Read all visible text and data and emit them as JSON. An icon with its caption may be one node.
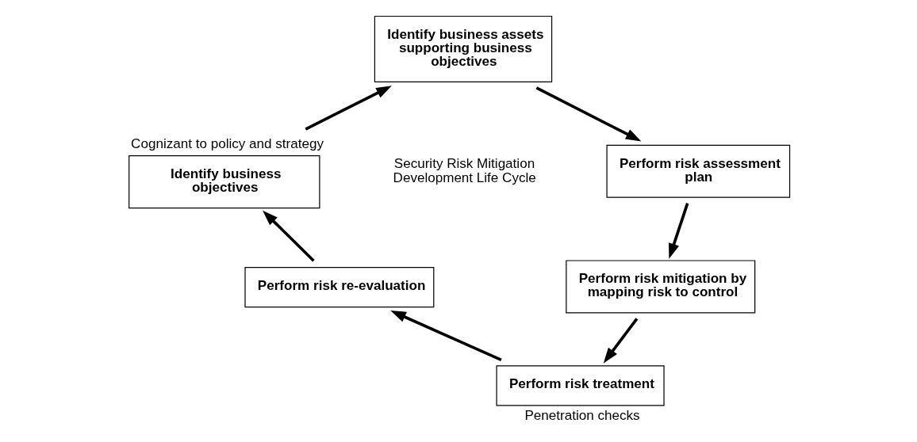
{
  "diagram": {
    "nodes": [
      {
        "text": [
          "Identify business assets supporting business objectives"
        ]
      },
      {
        "text": [
          "Perform risk assessment plan"
        ]
      },
      {
        "text": [
          "Perform risk mitigation by mapping risk to control"
        ]
      },
      {
        "text": [
          "Perform risk treatment"
        ],
        "beside": [
          "Penetration checks"
        ]
      },
      {
        "text": [
          "Perform risk re-evaluation"
        ]
      },
      {
        "text": [
          "Identify business objectives"
        ],
        "beside": [
          "Cognizant to policy and strategy"
        ]
      }
    ],
    "edges": [
      {
        "from": 5,
        "to": 0,
        "arrow": "to"
      },
      {
        "from": 0,
        "to": 1,
        "arrow": "to"
      },
      {
        "from": 1,
        "to": 2,
        "arrow": "to"
      },
      {
        "from": 2,
        "to": 3,
        "arrow": "to"
      },
      {
        "from": 3,
        "to": 4,
        "arrow": "to"
      },
      {
        "from": 4,
        "to": 5,
        "arrow": "to"
      }
    ],
    "labels": [
      "Security Risk Mitigation Development Life Cycle"
    ]
  }
}
